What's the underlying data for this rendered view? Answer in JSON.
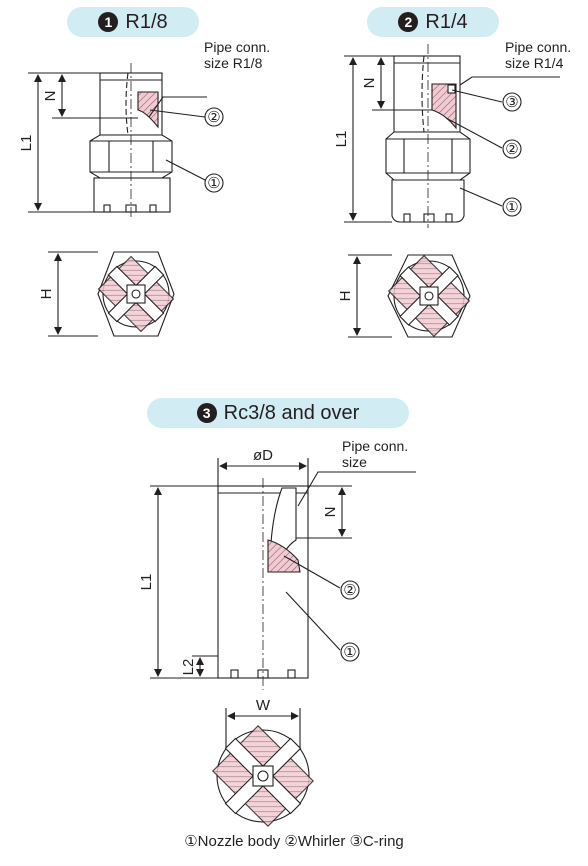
{
  "sections": [
    {
      "number": "1",
      "title": "R1/8",
      "pipe_note": [
        "Pipe conn.",
        "size R1/8"
      ]
    },
    {
      "number": "2",
      "title": "R1/4",
      "pipe_note": [
        "Pipe conn.",
        "size R1/4"
      ]
    },
    {
      "number": "3",
      "title": "Rc3/8 and over",
      "pipe_note": [
        "Pipe conn.",
        "size"
      ]
    }
  ],
  "dimensions": {
    "N": "N",
    "L1": "L1",
    "H": "H",
    "D": "øD",
    "L2": "L2",
    "W": "W"
  },
  "callouts": {
    "c1": "①",
    "c2": "②",
    "c3": "③"
  },
  "caption": "①Nozzle body ②Whirler ③C-ring",
  "colors": {
    "pill": "#d2ecf3",
    "line": "#231f20",
    "hatch_pink": "#f4c9d2"
  }
}
